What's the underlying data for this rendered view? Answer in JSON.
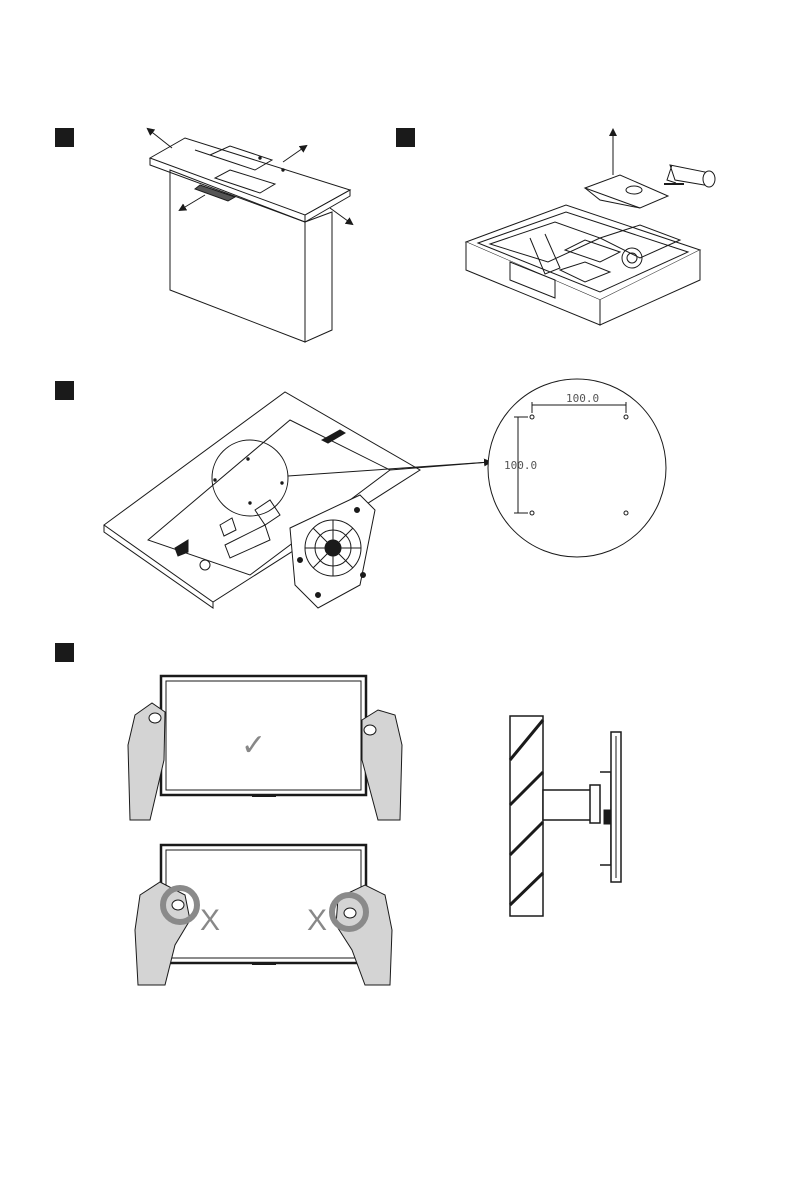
{
  "steps": [
    {
      "id": "step-1",
      "marker_icon": "black-square"
    },
    {
      "id": "step-2",
      "marker_icon": "black-square"
    },
    {
      "id": "step-3",
      "marker_icon": "black-square"
    },
    {
      "id": "step-4",
      "marker_icon": "black-square"
    }
  ],
  "vesa": {
    "horizontal_label": "100.0",
    "vertical_label": "100.0"
  },
  "handling": {
    "correct_mark": "✓",
    "wrong_mark_left": "X",
    "wrong_mark_right": "X"
  },
  "colors": {
    "ink": "#1a1a1a",
    "hand_fill": "#d4d4d4",
    "ring": "#8a8a8a"
  }
}
